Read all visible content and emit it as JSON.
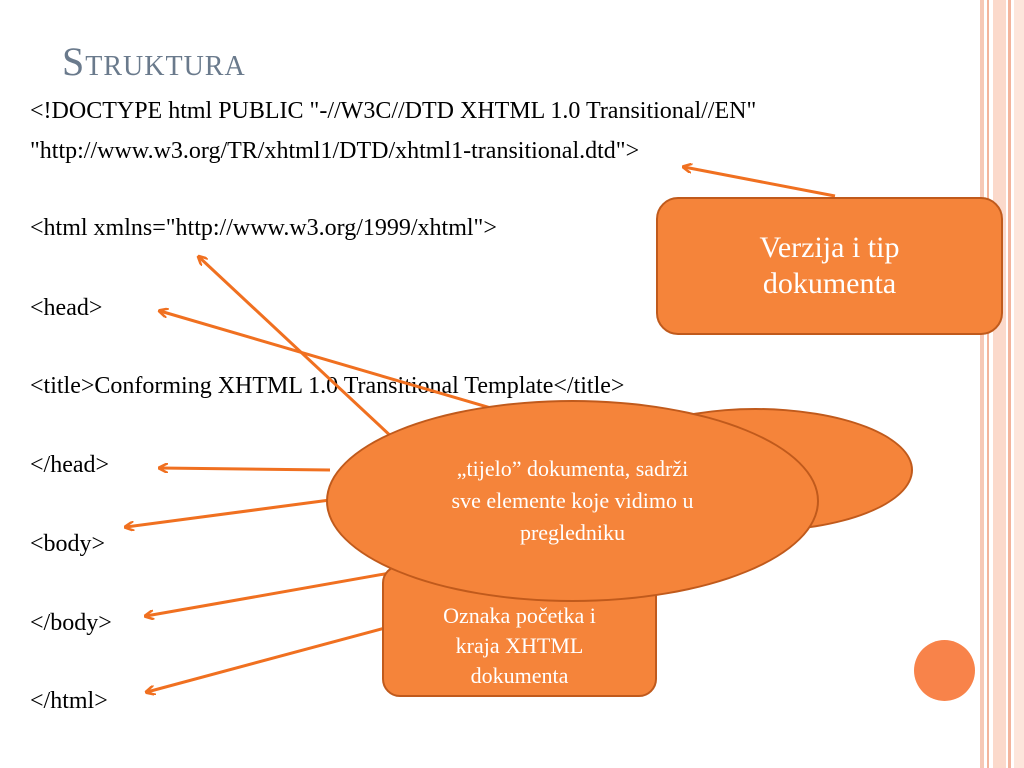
{
  "title": "Struktura",
  "code_lines": [
    "<!DOCTYPE html PUBLIC \"-//W3C//DTD XHTML 1.0 Transitional//EN\"",
    "\"http://www.w3.org/TR/xhtml1/DTD/xhtml1-transitional.dtd\">",
    "<html xmlns=\"http://www.w3.org/1999/xhtml\">",
    "<head>",
    "<title>Conforming XHTML 1.0 Transitional Template</title>",
    "</head>",
    "<body>",
    "</body>",
    "</html>"
  ],
  "callouts": {
    "version": "Verzija i tip\ndokumenta",
    "body": "„tijelo” dokumenta,  sadrži\nsve elemente koje vidimo u\npregledniku",
    "html": "Oznaka početka i\nkraja XHTML\ndokumenta"
  },
  "colors": {
    "accent": "#f5843a",
    "border": "#c05a1c",
    "title": "#6a7a8c"
  }
}
